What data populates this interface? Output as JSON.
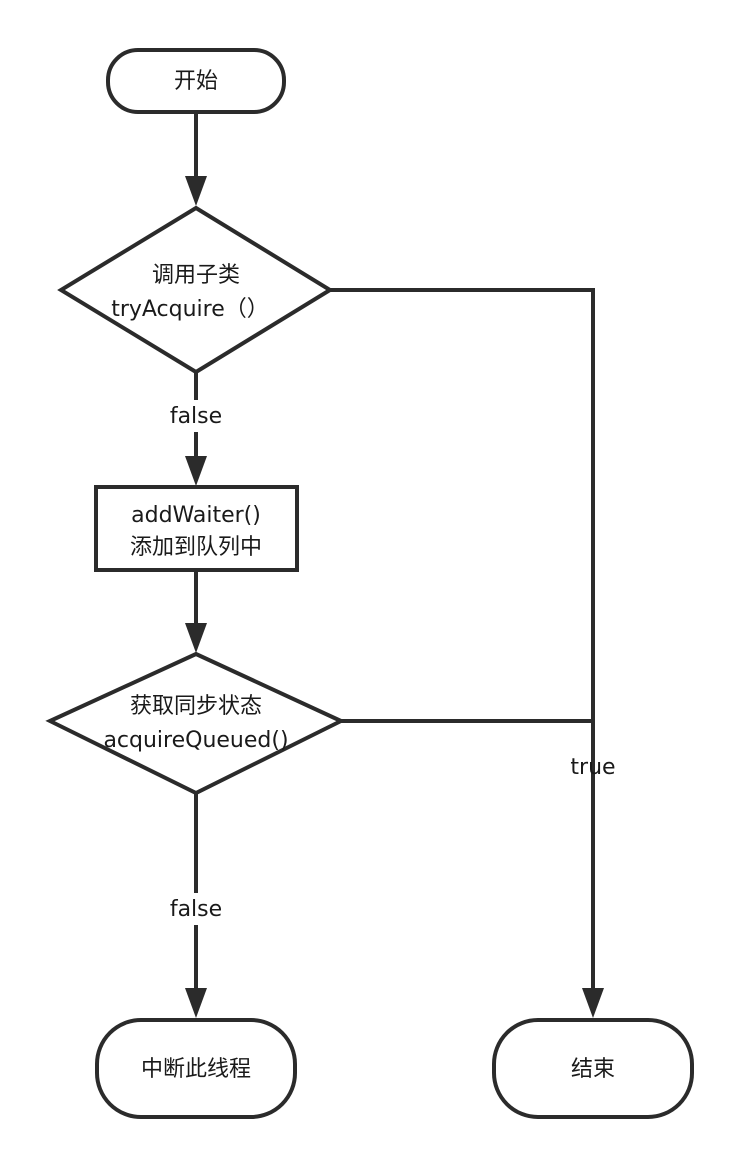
{
  "nodes": {
    "start": {
      "label": "开始"
    },
    "decision_try": {
      "line1": "调用子类",
      "line2": "tryAcquire（）"
    },
    "add_waiter": {
      "line1": "addWaiter()",
      "line2": "添加到队列中"
    },
    "decision_queued": {
      "line1": "获取同步状态",
      "line2": "acquireQueued()"
    },
    "interrupt": {
      "label": "中断此线程"
    },
    "end": {
      "label": "结束"
    }
  },
  "edges": {
    "try_false": "false",
    "queued_false": "false",
    "true_branch": "true"
  }
}
